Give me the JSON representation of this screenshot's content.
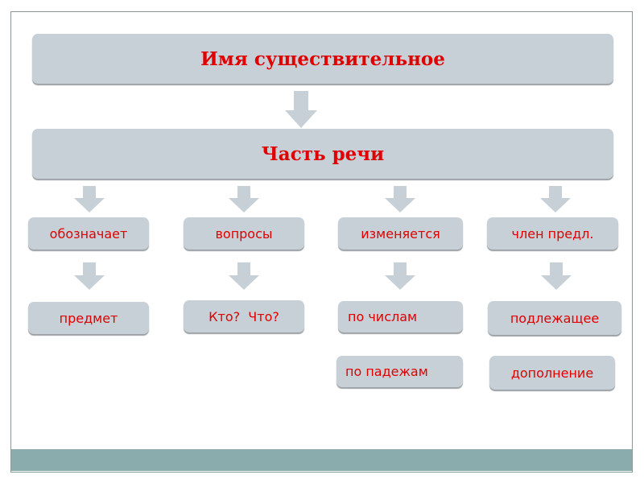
{
  "title": "Имя существительное",
  "subtitle": "Часть речи",
  "columns": [
    {
      "head": "обозначает",
      "items": [
        "предмет"
      ]
    },
    {
      "head": "вопросы",
      "items": [
        "Кто?  Что?"
      ]
    },
    {
      "head": "изменяется",
      "items": [
        "по числам",
        "по падежам"
      ]
    },
    {
      "head": "член  предл.",
      "items": [
        "подлежащее",
        "дополнение"
      ]
    }
  ],
  "colors": {
    "box": "#c8d0d7",
    "text": "#e00000",
    "band": "#8aacac"
  }
}
